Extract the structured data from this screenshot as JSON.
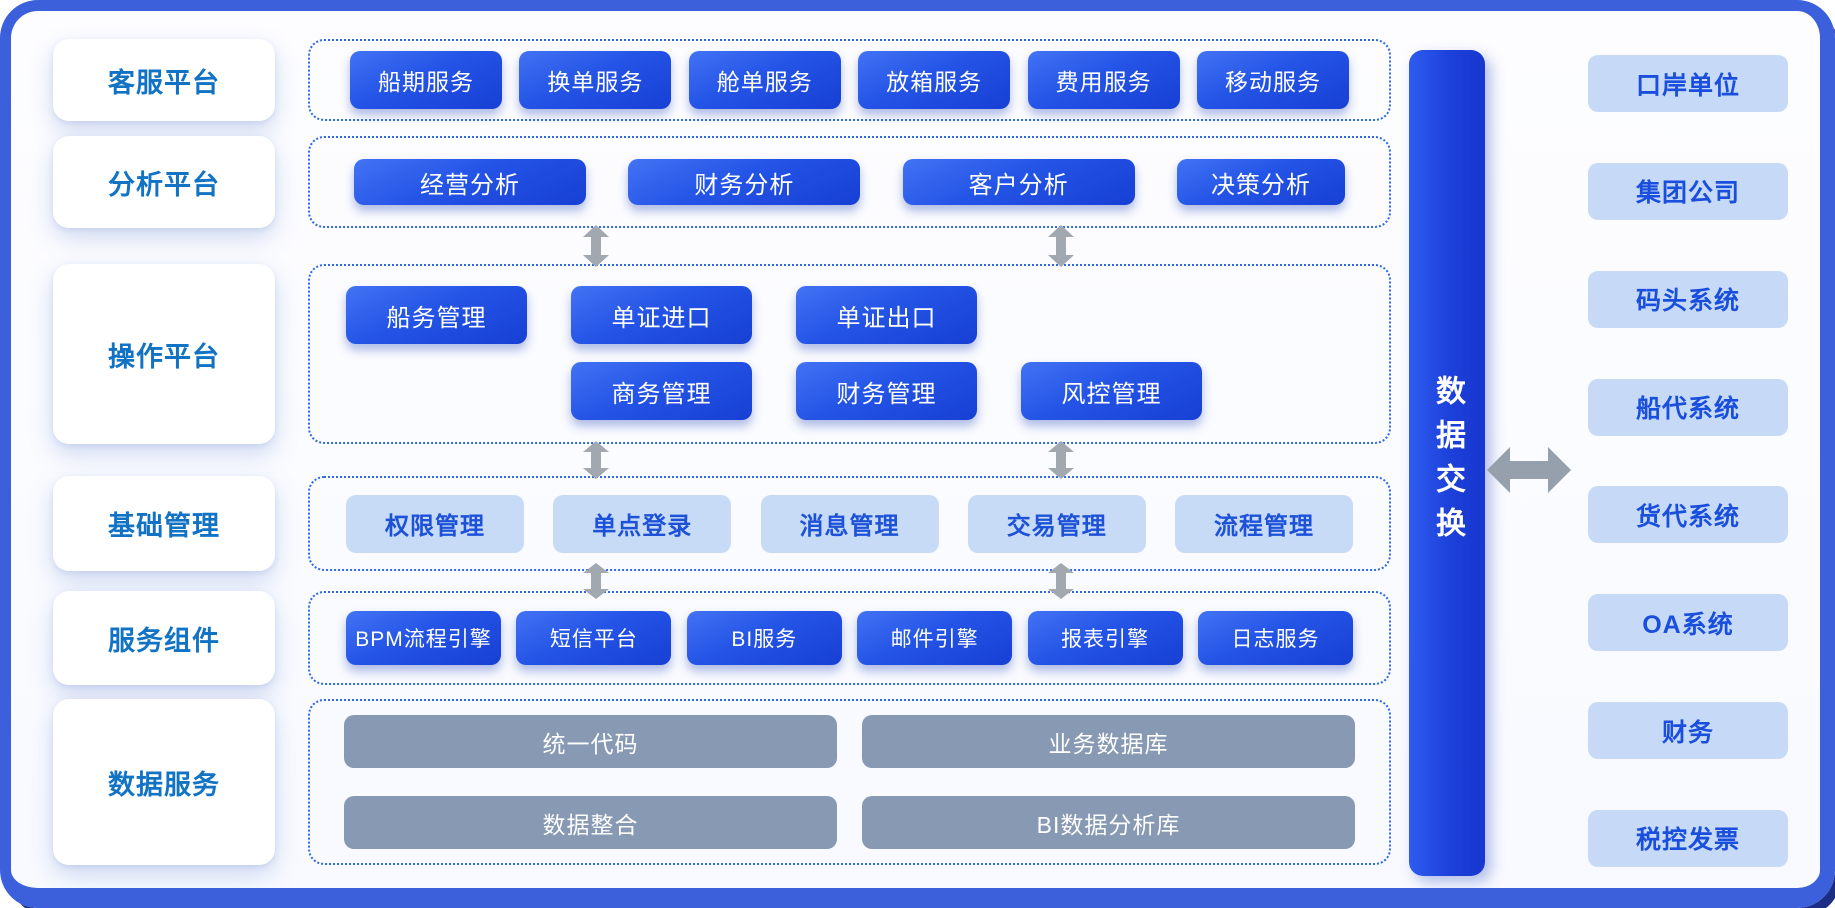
{
  "layers": [
    {
      "label": "客服平台",
      "services": [
        "船期服务",
        "换单服务",
        "舱单服务",
        "放箱服务",
        "费用服务",
        "移动服务"
      ]
    },
    {
      "label": "分析平台",
      "services": [
        "经营分析",
        "财务分析",
        "客户分析",
        "决策分析"
      ]
    },
    {
      "label": "操作平台",
      "services_row1": [
        "船务管理",
        "单证进口",
        "单证出口"
      ],
      "services_row2": [
        "商务管理",
        "财务管理",
        "风控管理"
      ]
    },
    {
      "label": "基础管理",
      "services": [
        "权限管理",
        "单点登录",
        "消息管理",
        "交易管理",
        "流程管理"
      ]
    },
    {
      "label": "服务组件",
      "services": [
        "BPM流程引擎",
        "短信平台",
        "BI服务",
        "邮件引擎",
        "报表引擎",
        "日志服务"
      ]
    },
    {
      "label": "数据服务",
      "services": [
        "统一代码",
        "业务数据库",
        "数据整合",
        "BI数据分析库"
      ]
    }
  ],
  "data_exchange_bar": {
    "label": "数据交换"
  },
  "external_systems": {
    "items": [
      "口岸单位",
      "集团公司",
      "码头系统",
      "船代系统",
      "货代系统",
      "OA系统",
      "财务",
      "税控发票"
    ]
  },
  "colors": {
    "frame_border": "#3c60dc",
    "node_blue": "#2454e6",
    "node_light_blue": "#c7dbf7",
    "node_gray": "#8799b3",
    "layer_label_blue": "#1273c5",
    "external_text_blue": "#1a4fdd",
    "arrow_gray": "#a2a8b0",
    "dashed_border_blue": "#2f6ae0"
  }
}
